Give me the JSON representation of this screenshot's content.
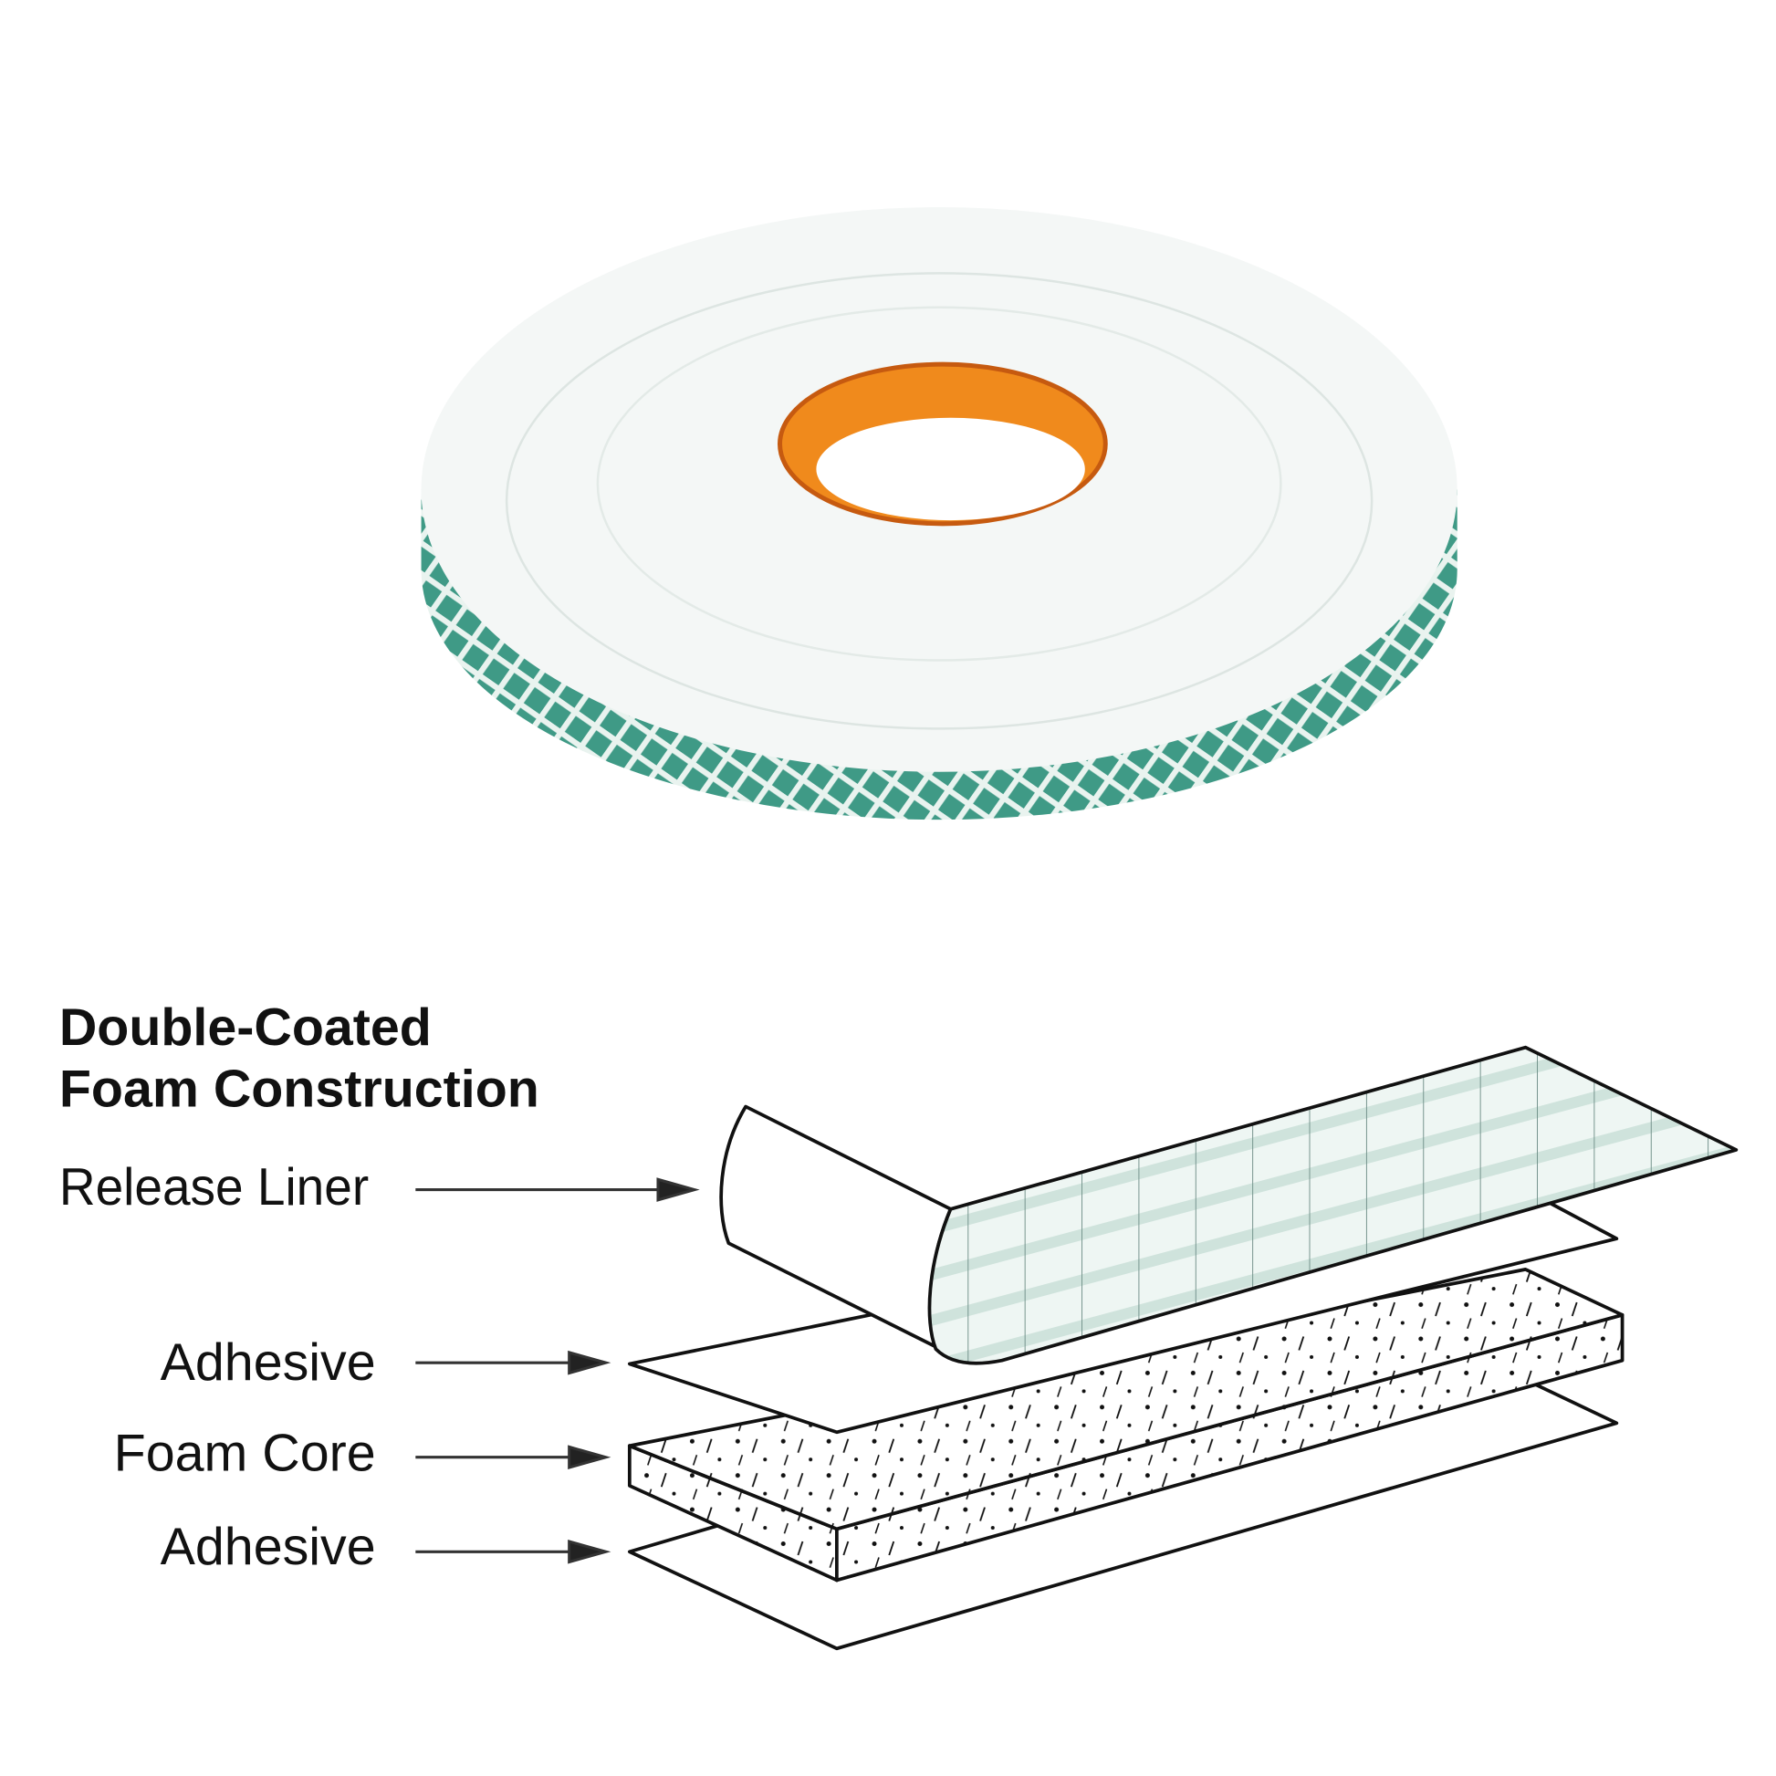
{
  "title": {
    "line1": "Double-Coated",
    "line2": "Foam Construction"
  },
  "labels": {
    "release_liner": "Release Liner",
    "adhesive_top": "Adhesive",
    "foam_core": "Foam Core",
    "adhesive_bottom": "Adhesive"
  },
  "colors": {
    "core": "#f08a1c",
    "grid": "#2f8f78",
    "liner_tint": "#cfe6de"
  }
}
